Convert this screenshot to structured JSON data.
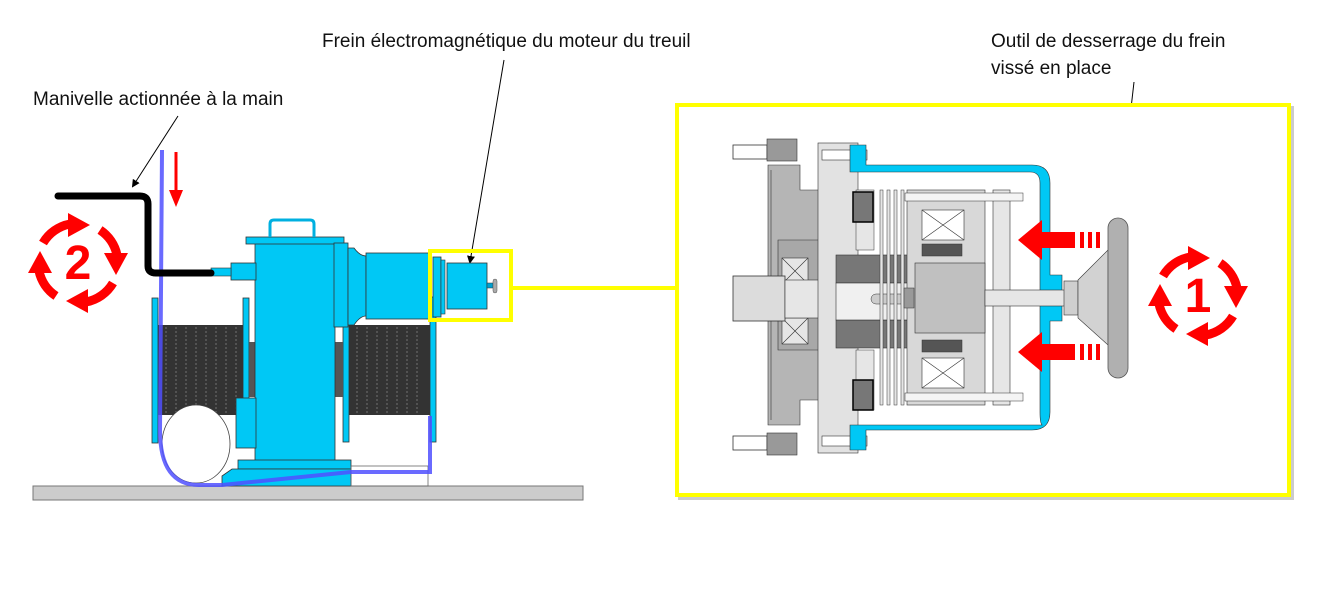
{
  "figure": {
    "type": "technical-illustration",
    "subject": "winch with electromagnetic brake release procedure"
  },
  "labels": {
    "crank": "Manivelle actionnée à la main",
    "brake": "Frein électromagnétique du moteur du treuil",
    "tool_line1": "Outil de desserrage du frein",
    "tool_line2": "vissé en place"
  },
  "steps": [
    {
      "number": "2",
      "description": "Rotation de la manivelle"
    },
    {
      "number": "1",
      "description": "Rotation de l'outil de desserrage"
    }
  ],
  "colors": {
    "machine": "#00c8f5",
    "highlight": "#ffff00",
    "arrow": "#ff0000",
    "cable": "#5555ff",
    "crank": "#000000",
    "ground": "#cccccc",
    "drum": "#333333",
    "part_gray": "#b0b0b0",
    "part_light": "#e6e6e6"
  }
}
